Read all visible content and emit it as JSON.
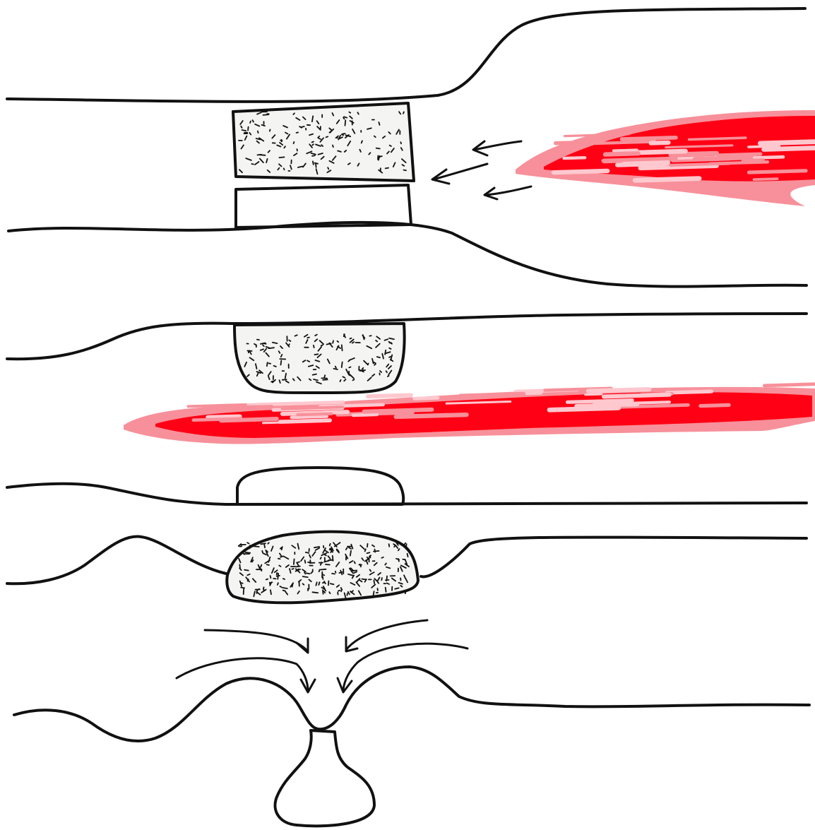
{
  "colors": {
    "ink": "#111111",
    "background": "#ffffff",
    "blood_dark": "#ff0015",
    "blood_light": "#f7909a",
    "texture_fill": "#f4f4f2"
  },
  "panels": [
    {
      "name": "stage-1",
      "elements": [
        "vessel-wall",
        "speckled-clot",
        "hatched-plaque",
        "blood-flow",
        "flow-arrows"
      ]
    },
    {
      "name": "stage-2",
      "elements": [
        "vessel-wall",
        "speckled-clot",
        "blood-flow",
        "hatched-plaque"
      ]
    },
    {
      "name": "stage-3",
      "elements": [
        "vessel-wall",
        "speckled-clot",
        "converging-arrows",
        "hatched-plaque"
      ]
    }
  ]
}
